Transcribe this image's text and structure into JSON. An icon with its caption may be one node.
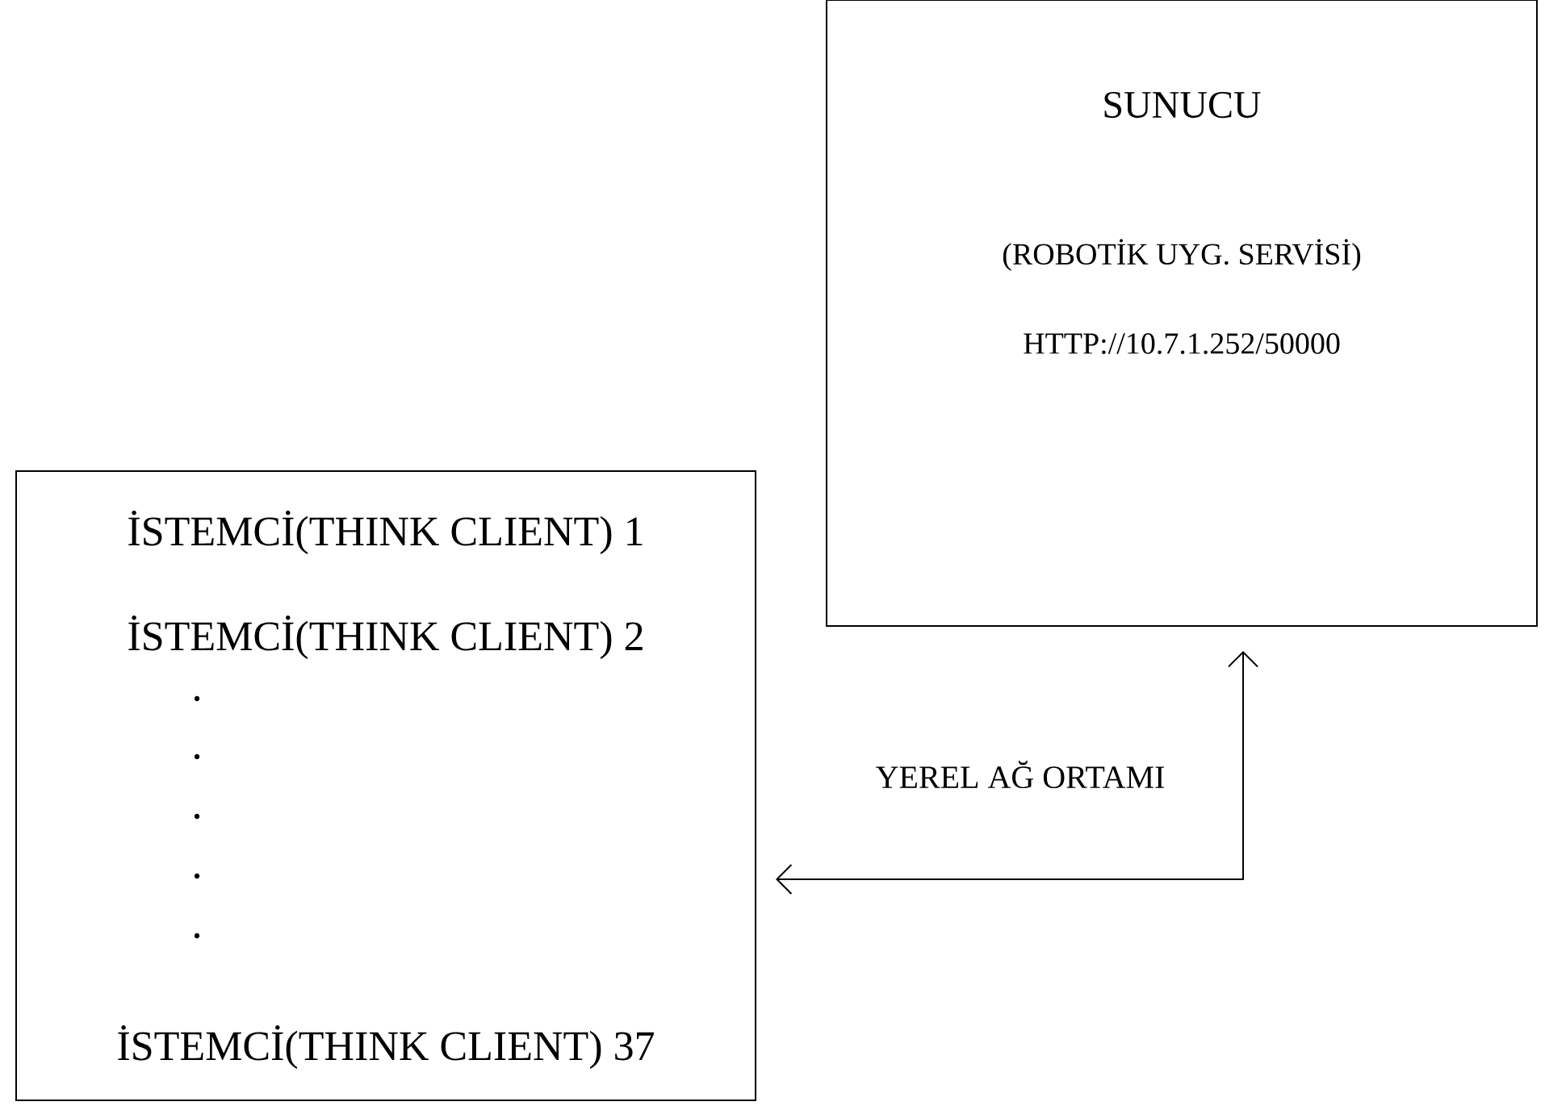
{
  "diagram": {
    "nodes": [
      {
        "text": [
          "SUNUCU",
          "(ROBOTİK UYG. SERVİSİ)",
          "HTTP://10.7.1.252/50000"
        ]
      },
      {
        "text": [
          "İSTEMCİ(THINK CLIENT) 1",
          "İSTEMCİ(THINK CLIENT) 2",
          "İSTEMCİ(THINK CLIENT) 37"
        ]
      }
    ],
    "edges": [
      {
        "from": 1,
        "to": 0,
        "arrow": "both",
        "label": "YEREL AĞ ORTAMI"
      }
    ]
  }
}
